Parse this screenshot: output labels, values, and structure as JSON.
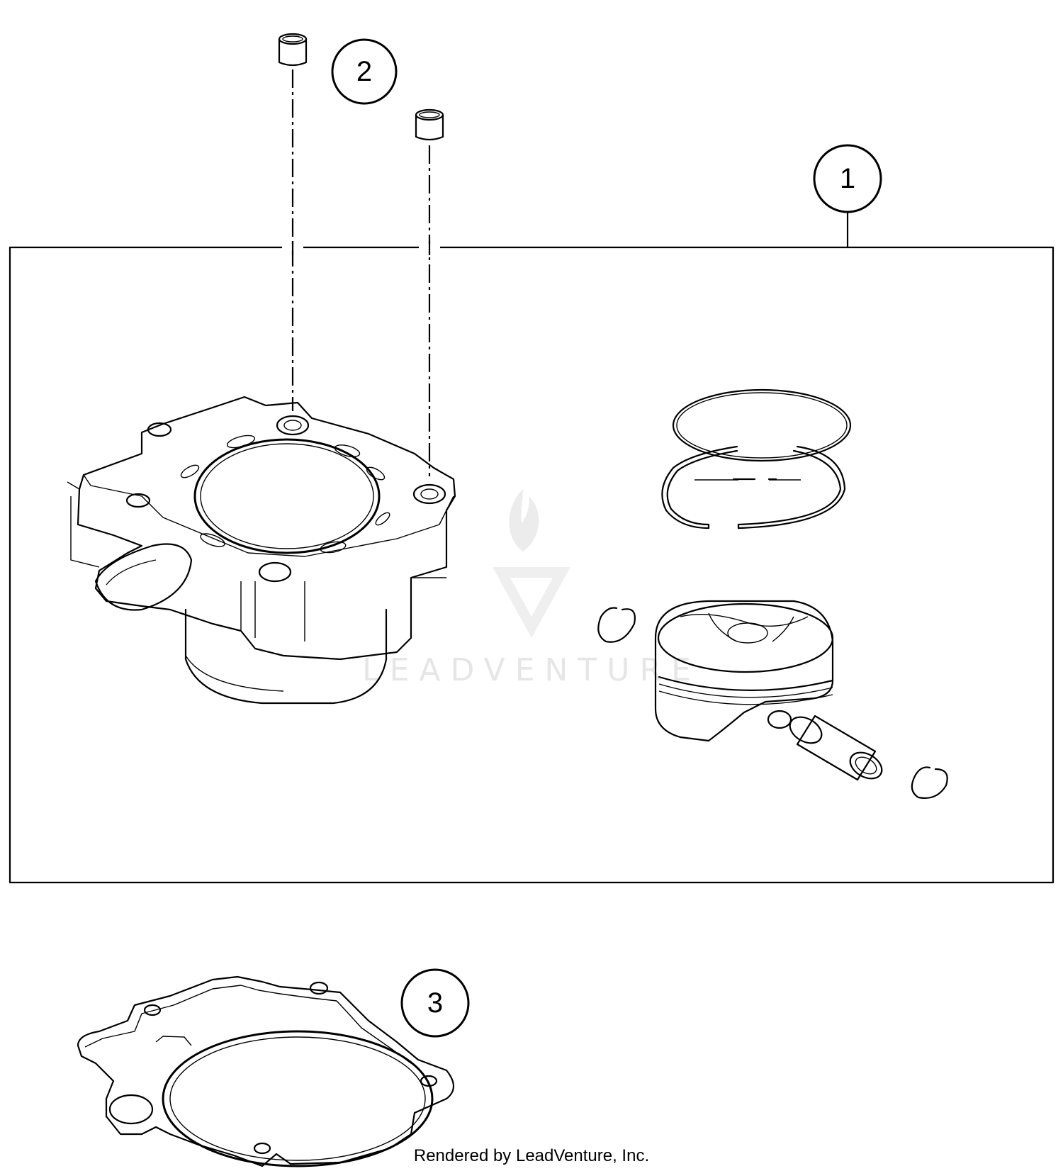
{
  "callouts": [
    {
      "id": "1",
      "label": "1"
    },
    {
      "id": "2",
      "label": "2"
    },
    {
      "id": "3",
      "label": "3"
    }
  ],
  "watermark": {
    "text": "LEADVENTURE"
  },
  "footer": {
    "text": "Rendered by LeadVenture, Inc."
  },
  "colors": {
    "line": "#000000",
    "background": "#ffffff",
    "watermark": "#e6e6e6"
  }
}
